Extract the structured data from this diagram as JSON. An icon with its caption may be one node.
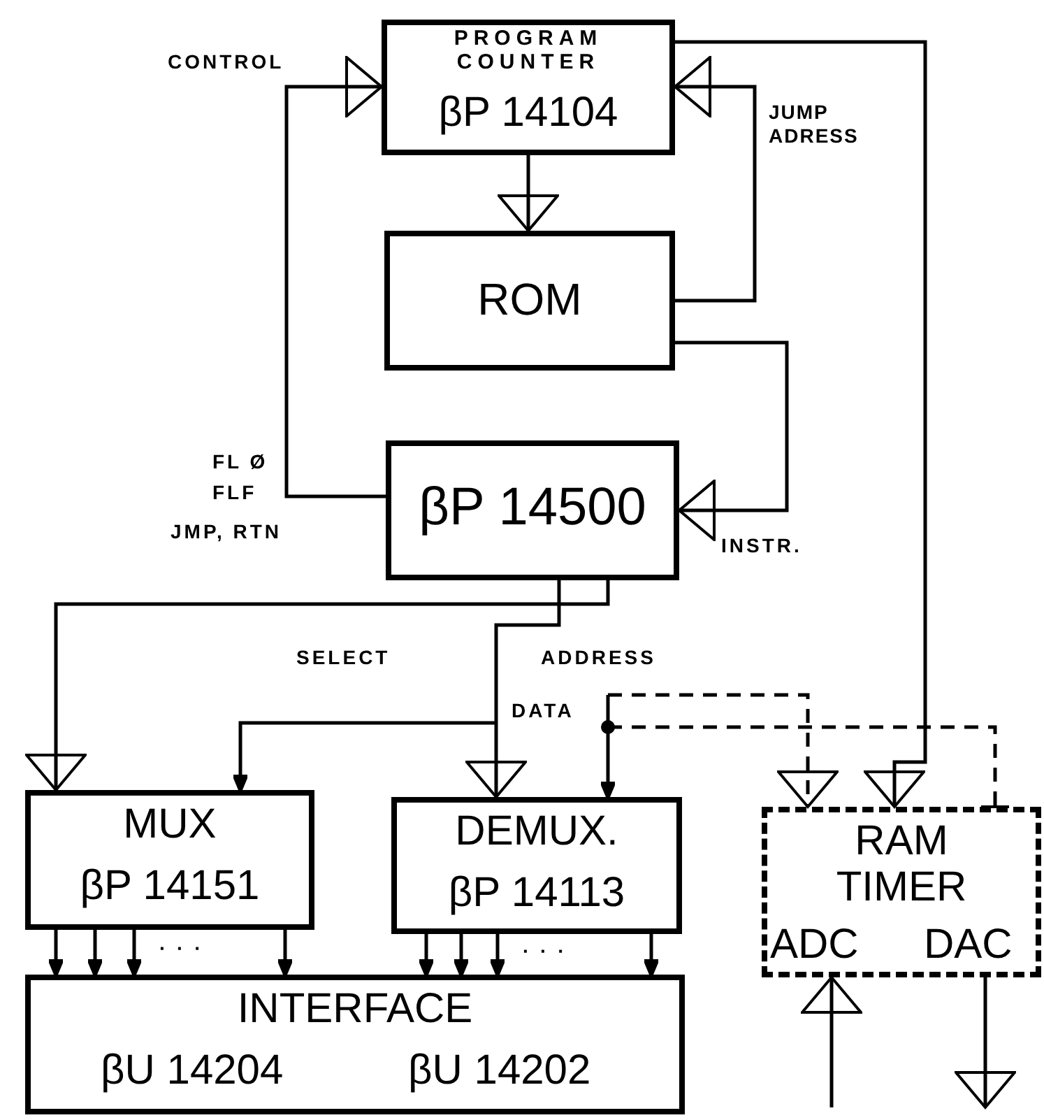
{
  "diagram": {
    "nodes": [
      {
        "text": [
          "PROGRAM COUNTER",
          "βP 14104"
        ]
      },
      {
        "text": [
          "ROM"
        ]
      },
      {
        "text": [
          "βP 14500"
        ]
      },
      {
        "text": [
          "MUX",
          "βP 14151"
        ]
      },
      {
        "text": [
          "DEMUX.",
          "βP 14113"
        ]
      },
      {
        "text": [
          "RAM TIMER",
          "ADC",
          "DAC"
        ]
      },
      {
        "text": [
          "INTERFACE",
          "βU 14204",
          "βU 14202"
        ]
      }
    ],
    "edges": [
      {
        "from": 2,
        "to": 0,
        "arrow": "to",
        "label": "CONTROL"
      },
      {
        "from": 0,
        "to": 1,
        "arrow": "to"
      },
      {
        "from": 1,
        "to": 0,
        "arrow": "to",
        "label": "JUMP ADRESS"
      },
      {
        "from": 1,
        "to": 2,
        "arrow": "to",
        "label": "INSTR."
      },
      {
        "from": 2,
        "to": 3,
        "arrow": "to"
      },
      {
        "from": 2,
        "to": 4,
        "arrow": "to"
      },
      {
        "from": null,
        "to": 3,
        "arrow": "to"
      },
      {
        "from": null,
        "to": 4,
        "arrow": "to",
        "label": "DATA"
      },
      {
        "from": null,
        "to": 5,
        "arrow": "to",
        "style": "dashed"
      },
      {
        "from": 0,
        "to": 5,
        "arrow": "to"
      },
      {
        "from": null,
        "to": 5,
        "arrow": "other",
        "style": "dashed"
      },
      {
        "from": 3,
        "to": 6,
        "arrow": "to"
      },
      {
        "from": 3,
        "to": 6,
        "arrow": "to"
      },
      {
        "from": 3,
        "to": 6,
        "arrow": "to"
      },
      {
        "from": 3,
        "to": 6,
        "arrow": "to"
      },
      {
        "from": 4,
        "to": 6,
        "arrow": "to"
      },
      {
        "from": 4,
        "to": 6,
        "arrow": "to"
      },
      {
        "from": 4,
        "to": 6,
        "arrow": "to"
      },
      {
        "from": 4,
        "to": 6,
        "arrow": "to"
      },
      {
        "from": null,
        "to": 5,
        "arrow": "to"
      },
      {
        "from": 5,
        "to": null,
        "arrow": "to"
      }
    ],
    "labels": [
      "FL Ø",
      "FLF",
      "JMP, RTN",
      "SELECT",
      "ADDRESS",
      "· · ·",
      "· · ·"
    ]
  }
}
